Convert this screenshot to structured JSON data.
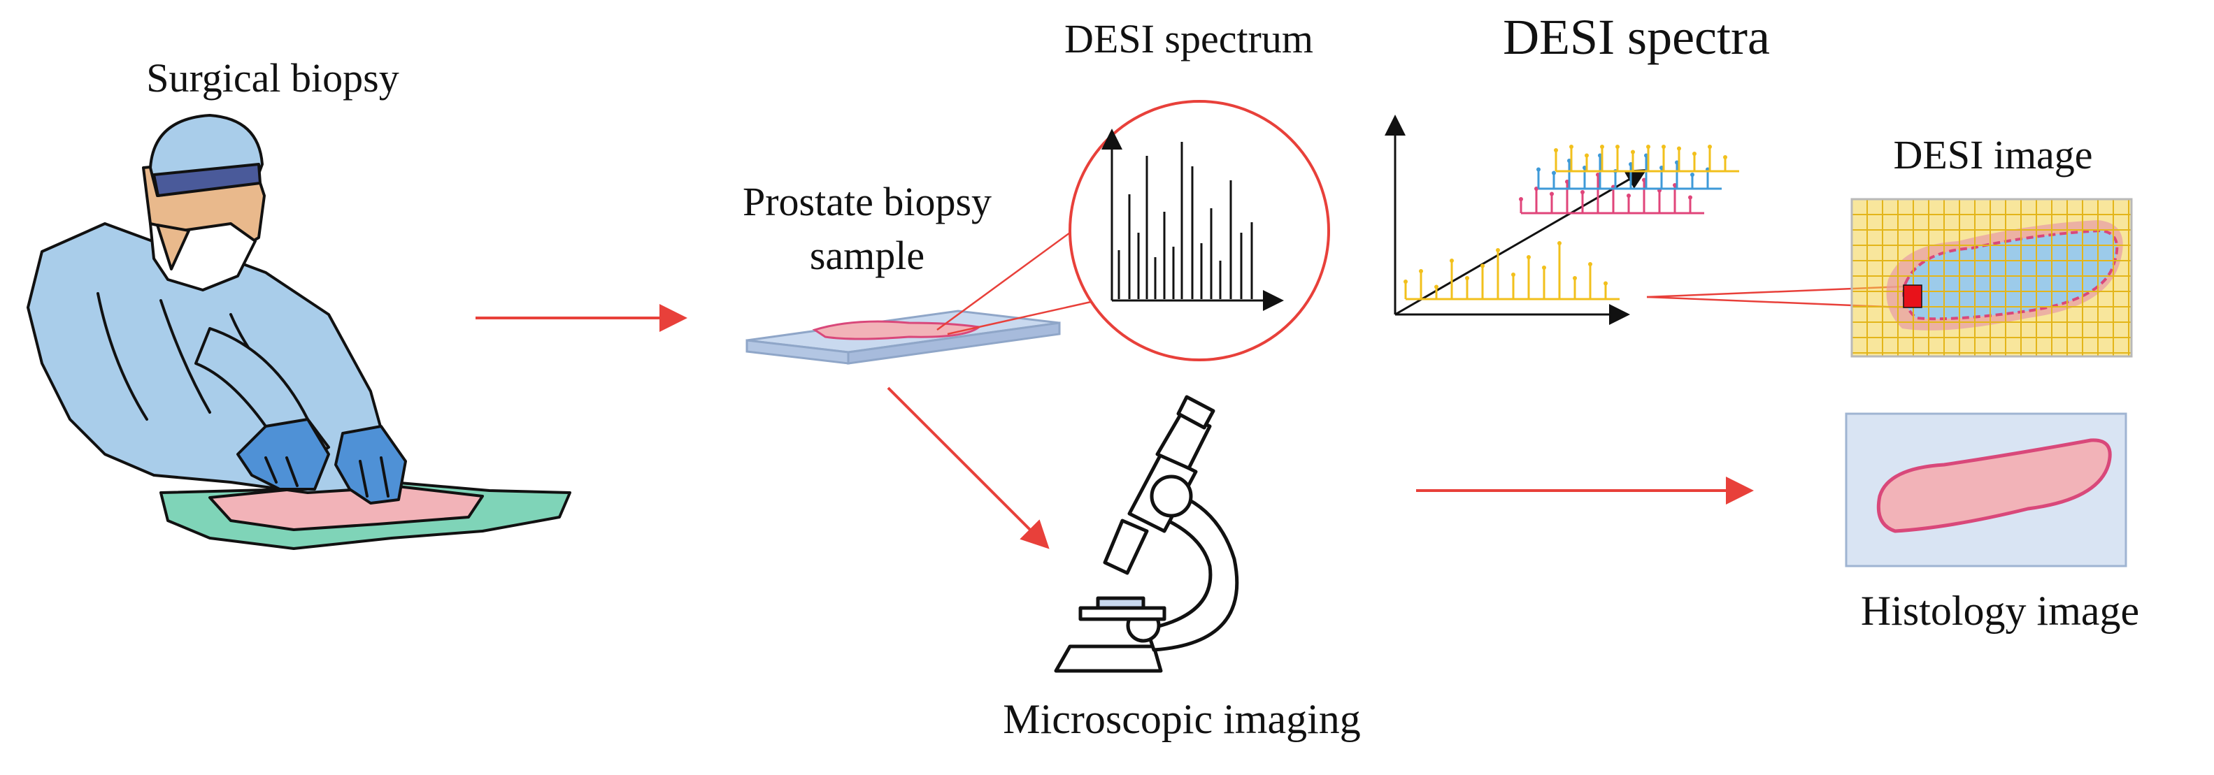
{
  "labels": {
    "surgical_biopsy": "Surgical biopsy",
    "prostate_line1": "Prostate biopsy",
    "prostate_line2": "sample",
    "desi_spectrum": "DESI spectrum",
    "desi_spectra": "DESI spectra",
    "desi_image": "DESI image",
    "microscopic_imaging": "Microscopic imaging",
    "histology_image": "Histology image"
  },
  "colors": {
    "arrow": "#e8403a",
    "gown": "#a9cdea",
    "glove": "#4f91d6",
    "cap_band": "#4a5a9a",
    "skin": "#e9b98c",
    "tissue": "#f2b3b8",
    "tissue_outline": "#d9487a",
    "drape_green": "#7fd4b8",
    "slide": "#c9d9ef",
    "spectra_yellow": "#f2c01c",
    "spectra_pink": "#e0457a",
    "spectra_blue": "#3e9ad8",
    "grid_yellow": "#f3d24a",
    "pixel_red": "#e8121a"
  },
  "icons": [
    "surgeon-illustration",
    "microscope-icon",
    "tissue-slide-icon"
  ]
}
